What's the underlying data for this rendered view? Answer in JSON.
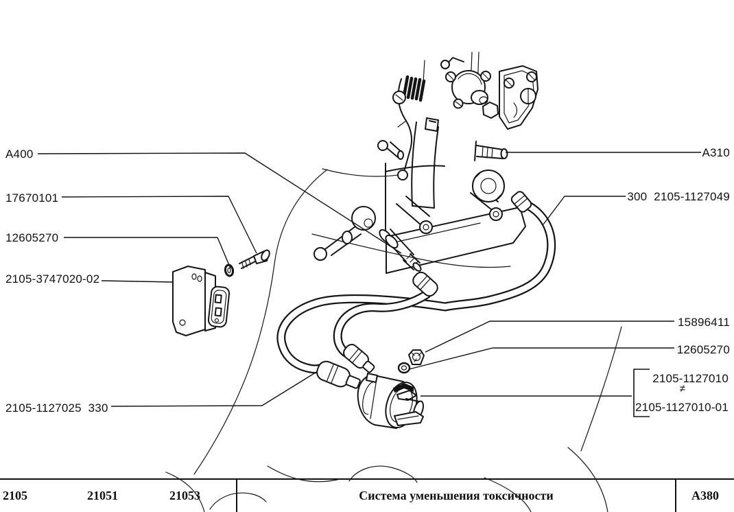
{
  "diagram": {
    "callouts_left": [
      {
        "label": "A400"
      },
      {
        "label": "17670101"
      },
      {
        "label": "12605270"
      },
      {
        "label": "2105-3747020-02"
      },
      {
        "label": "2105-1127025  330"
      }
    ],
    "callouts_right": [
      {
        "label": "A310"
      },
      {
        "label": "300  2105-1127049"
      },
      {
        "label": "15896411"
      },
      {
        "label": "12605270"
      }
    ],
    "variant_group": {
      "top": "2105-1127010",
      "symbol": "≠",
      "bottom": "2105-1127010-01"
    }
  },
  "footer": {
    "models": [
      "2105",
      "21051",
      "21053"
    ],
    "title": "Система уменьшения токсичности",
    "page_code": "A380"
  },
  "colors": {
    "ink": "#111111",
    "paper": "#ffffff"
  }
}
